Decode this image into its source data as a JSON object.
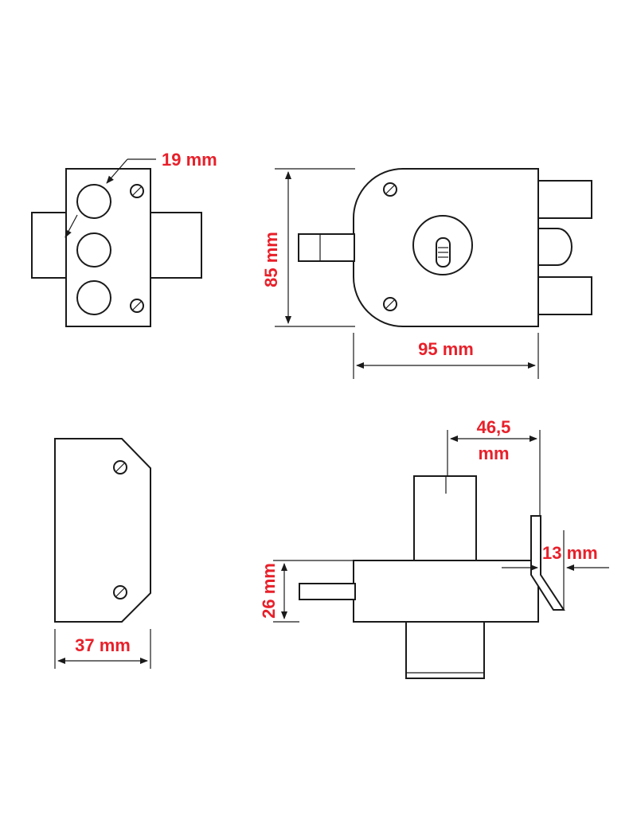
{
  "colors": {
    "line": "#1a1a1a",
    "dimension_text": "#e8202a",
    "background": "#ffffff"
  },
  "dimensions": {
    "cylinder_diameter": "19 mm",
    "height": "85 mm",
    "width": "95 mm",
    "depth": "37 mm",
    "bolt_projection_line1": "46,5",
    "bolt_projection_line2": "mm",
    "latch_offset": "13 mm",
    "body_thickness": "26 mm"
  }
}
